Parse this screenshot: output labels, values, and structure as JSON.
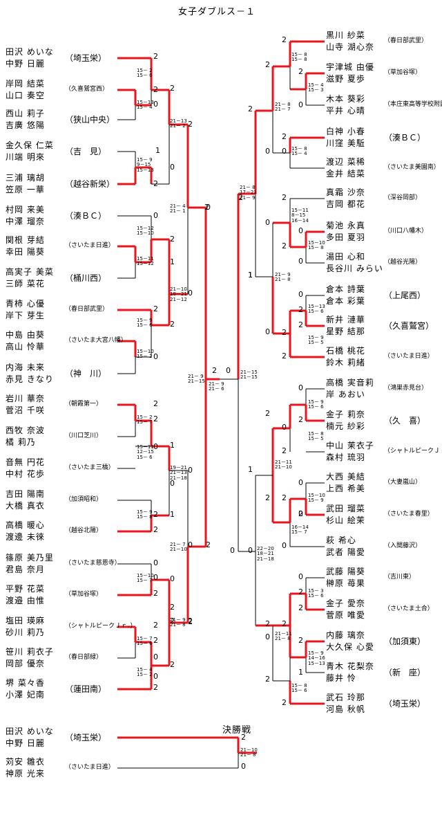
{
  "title": "女子ダブルス－１",
  "final_label": "決勝戦",
  "left": [
    {
      "p1": "田沢 めいな",
      "p2": "中野 日麗",
      "club": "（埼玉栄）",
      "small": false
    },
    {
      "p1": "岸岡 結菜",
      "p2": "山口 奏空",
      "club": "（久喜鷲宮西）",
      "small": true
    },
    {
      "p1": "西山 莉子",
      "p2": "吉廣 悠陽",
      "club": "（狭山中央）",
      "small": false
    },
    {
      "p1": "金久保 仁菜",
      "p2": "川端 明來",
      "club": "（吉　見）",
      "small": false
    },
    {
      "p1": "三浦 璃胡",
      "p2": "笠原 一華",
      "club": "（越谷新栄）",
      "small": false
    },
    {
      "p1": "村岡 来美",
      "p2": "中澤 瑠奈",
      "club": "（湊ＢＣ）",
      "small": false
    },
    {
      "p1": "関根 芽結",
      "p2": "幸田 陽葵",
      "club": "（さいたま日進）",
      "small": true
    },
    {
      "p1": "高実子 美菜",
      "p2": "三師 菜花",
      "club": "（桶川西）",
      "small": false
    },
    {
      "p1": "青柿 心優",
      "p2": "岸下 芽生",
      "club": "（春日部武里）",
      "small": true
    },
    {
      "p1": "中島 由葵",
      "p2": "高山 怜華",
      "club": "（さいたま大宮八幡）",
      "small": true
    },
    {
      "p1": "内海 未来",
      "p2": "赤見 きなり",
      "club": "（神　川）",
      "small": false
    },
    {
      "p1": "岩川 華奈",
      "p2": "菅沼 千咲",
      "club": "（朝霞第一）",
      "small": true
    },
    {
      "p1": "西牧 奈波",
      "p2": "橘 莉乃",
      "club": "（川口芝川）",
      "small": true
    },
    {
      "p1": "音無 円花",
      "p2": "中村 花歩",
      "club": "（さいたま三橋）",
      "small": true
    },
    {
      "p1": "吉田 陽南",
      "p2": "大橋 真衣",
      "club": "（加須昭和）",
      "small": true
    },
    {
      "p1": "高橋 暖心",
      "p2": "渡邊 未徠",
      "club": "（越谷北陽）",
      "small": true
    },
    {
      "p1": "篠原 美乃里",
      "p2": "君島 奈月",
      "club": "（さいたま慈恩寺）",
      "small": true
    },
    {
      "p1": "平野 花菜",
      "p2": "渡邉 由惟",
      "club": "（草加谷塚）",
      "small": true
    },
    {
      "p1": "塩田 瑛麻",
      "p2": "砂川 莉乃",
      "club": "（シャトルピークＪｒ．）",
      "small": true
    },
    {
      "p1": "笹川 莉衣子",
      "p2": "岡部 優奈",
      "club": "（春日部緑）",
      "small": true
    },
    {
      "p1": "堺 菜々香",
      "p2": "小澤 妃南",
      "club": "（蓮田南）",
      "small": false
    }
  ],
  "right": [
    {
      "p1": "黒川 紗菜",
      "p2": "山寺 湖心奈",
      "club": "（春日部武里）",
      "small": true
    },
    {
      "p1": "宇津城 由優",
      "p2": "滋野 夏歩",
      "club": "（草加谷塚）",
      "small": true
    },
    {
      "p1": "木本 葵彩",
      "p2": "平井 心晴",
      "club": "（本庄東高等学校附属）",
      "small": true
    },
    {
      "p1": "白神 小春",
      "p2": "川窪 美駈",
      "club": "（湊ＢＣ）",
      "small": false
    },
    {
      "p1": "渡辺 菜稀",
      "p2": "金井 結菜",
      "club": "（さいたま美園南）",
      "small": true
    },
    {
      "p1": "真霜 沙奈",
      "p2": "吉岡 都花",
      "club": "（深谷岡部）",
      "small": true
    },
    {
      "p1": "菊池 永真",
      "p2": "多田 夏羽",
      "club": "（川口八幡木）",
      "small": true
    },
    {
      "p1": "湯田 心和",
      "p2": "長谷川 みらい",
      "club": "（越谷光陽）",
      "small": true
    },
    {
      "p1": "倉本 詩葉",
      "p2": "倉本 彩葉",
      "club": "（上尾西）",
      "small": false
    },
    {
      "p1": "新井 漣華",
      "p2": "星野 結那",
      "club": "（久喜鷲宮）",
      "small": false
    },
    {
      "p1": "石橋 桃花",
      "p2": "鈴木 莉緒",
      "club": "（さいたま日進）",
      "small": true
    },
    {
      "p1": "高橋 実音莉",
      "p2": "岸 あおい",
      "club": "（鴻巣赤見台）",
      "small": true
    },
    {
      "p1": "金子 莉奈",
      "p2": "楠元 紗彩",
      "club": "（久　喜）",
      "small": false
    },
    {
      "p1": "中山 茉衣子",
      "p2": "森村 琉羽",
      "club": "（シャトルピークＪｒ．）",
      "small": true
    },
    {
      "p1": "大西 美結",
      "p2": "上西 希美",
      "club": "（大妻嵐山）",
      "small": true
    },
    {
      "p1": "武田 瑠菜",
      "p2": "杉山 絵茉",
      "club": "（さいたま春里）",
      "small": true
    },
    {
      "p1": "萩 希心",
      "p2": "武者 陽愛",
      "club": "（入間藤沢）",
      "small": true
    },
    {
      "p1": "武藤 陽葵",
      "p2": "榊原 苺果",
      "club": "（吉川東）",
      "small": true
    },
    {
      "p1": "金子 愛奈",
      "p2": "菅原 唯愛",
      "club": "（さいたま土合）",
      "small": true
    },
    {
      "p1": "内藤 璃奈",
      "p2": "大久保 心愛",
      "club": "（加須東）",
      "small": false
    },
    {
      "p1": "青木 花梨奈",
      "p2": "藤井 怜",
      "club": "（新　座）",
      "small": false
    },
    {
      "p1": "武石 玲那",
      "p2": "河島 秋帆",
      "club": "（埼玉栄）",
      "small": false
    }
  ],
  "final_pairs": [
    {
      "p1": "田沢 めいな",
      "p2": "中野 日麗",
      "club": "（埼玉栄）",
      "small": false
    },
    {
      "p1": "苅安 雛衣",
      "p2": "神原 光来",
      "club": "（さいたま日進）",
      "small": true
    }
  ],
  "scores": [
    {
      "id": "l01",
      "text": "2"
    },
    {
      "id": "l02",
      "text": "2"
    },
    {
      "id": "l03",
      "text": "0"
    },
    {
      "id": "l04",
      "text": "2"
    },
    {
      "id": "l05",
      "text": "1"
    },
    {
      "id": "l06",
      "text": "0"
    },
    {
      "id": "l07",
      "text": "2"
    },
    {
      "id": "l08",
      "text": "2"
    },
    {
      "id": "l09",
      "text": "0"
    },
    {
      "id": "l10",
      "text": "2"
    },
    {
      "id": "l11",
      "text": "1"
    },
    {
      "id": "l12",
      "text": "2"
    },
    {
      "id": "l13",
      "text": "0"
    },
    {
      "id": "l14",
      "text": "0"
    },
    {
      "id": "l15",
      "text": "2"
    },
    {
      "id": "l16",
      "text": "0"
    },
    {
      "id": "l17",
      "text": "2"
    },
    {
      "id": "l18",
      "text": "2"
    },
    {
      "id": "l19",
      "text": "1"
    },
    {
      "id": "l20",
      "text": "0"
    },
    {
      "id": "l21",
      "text": "2"
    },
    {
      "id": "l22",
      "text": "0"
    },
    {
      "id": "l23",
      "text": "2"
    },
    {
      "id": "l24",
      "text": "0"
    },
    {
      "id": "l25",
      "text": "2"
    },
    {
      "id": "l26",
      "text": "1"
    },
    {
      "id": "l27",
      "text": "0"
    },
    {
      "id": "l28",
      "text": "2"
    },
    {
      "id": "l29",
      "text": "2"
    },
    {
      "id": "l30",
      "text": "0"
    },
    {
      "id": "l31",
      "text": "0"
    },
    {
      "id": "l32",
      "text": "2"
    },
    {
      "id": "l33",
      "text": "0"
    },
    {
      "id": "l34",
      "text": "2"
    },
    {
      "id": "l35",
      "text": "2"
    },
    {
      "id": "l36",
      "text": "0"
    },
    {
      "id": "l37",
      "text": "2"
    },
    {
      "id": "l38",
      "text": "0"
    },
    {
      "id": "l39",
      "text": "2"
    },
    {
      "id": "l40",
      "text": "2"
    },
    {
      "id": "l41",
      "text": "2"
    },
    {
      "id": "l42",
      "text": "2"
    },
    {
      "id": "c1",
      "text": "2"
    },
    {
      "id": "c2",
      "text": "0"
    },
    {
      "id": "r01",
      "text": "2"
    },
    {
      "id": "r02",
      "text": "2"
    },
    {
      "id": "r03",
      "text": "2"
    },
    {
      "id": "r04",
      "text": "0"
    },
    {
      "id": "r05",
      "text": "2"
    },
    {
      "id": "r06",
      "text": "0"
    },
    {
      "id": "r07",
      "text": "2"
    },
    {
      "id": "r08",
      "text": "0"
    },
    {
      "id": "r09",
      "text": "2"
    },
    {
      "id": "r10",
      "text": "0"
    },
    {
      "id": "r11",
      "text": "0"
    },
    {
      "id": "r12",
      "text": "2"
    },
    {
      "id": "r13",
      "text": "0"
    },
    {
      "id": "r14",
      "text": "1"
    },
    {
      "id": "r15",
      "text": "0"
    },
    {
      "id": "r16",
      "text": "2"
    },
    {
      "id": "r17",
      "text": "2"
    },
    {
      "id": "r18",
      "text": "2"
    },
    {
      "id": "r19",
      "text": "2"
    },
    {
      "id": "r20",
      "text": "1"
    },
    {
      "id": "r21",
      "text": "0"
    },
    {
      "id": "r22",
      "text": "2"
    },
    {
      "id": "r23",
      "text": "0"
    },
    {
      "id": "r24",
      "text": "2"
    },
    {
      "id": "r25",
      "text": "0"
    },
    {
      "id": "r26",
      "text": "2"
    },
    {
      "id": "r27",
      "text": "0"
    },
    {
      "id": "r28",
      "text": "0"
    },
    {
      "id": "r29",
      "text": "2"
    },
    {
      "id": "r30",
      "text": "2"
    },
    {
      "id": "r31",
      "text": "2"
    },
    {
      "id": "r32",
      "text": "1"
    },
    {
      "id": "r33",
      "text": "0"
    },
    {
      "id": "r34",
      "text": "2"
    },
    {
      "id": "r35",
      "text": "2"
    },
    {
      "id": "r36",
      "text": "0"
    },
    {
      "id": "r37",
      "text": "1"
    },
    {
      "id": "r38",
      "text": "2"
    },
    {
      "id": "r39",
      "text": "0"
    },
    {
      "id": "r40",
      "text": "2"
    },
    {
      "id": "r41",
      "text": "2"
    },
    {
      "id": "r42",
      "text": "2"
    },
    {
      "id": "r43",
      "text": "0"
    },
    {
      "id": "r44",
      "text": "0"
    },
    {
      "id": "r45",
      "text": "2"
    },
    {
      "id": "r46",
      "text": "2"
    },
    {
      "id": "f1",
      "text": "2"
    },
    {
      "id": "f2",
      "text": "0"
    }
  ],
  "set_scores": [
    {
      "id": "a01",
      "lines": [
        "15－ 2",
        "15－ 0"
      ]
    },
    {
      "id": "a02",
      "lines": [
        "15－13",
        "15－ 4"
      ]
    },
    {
      "id": "a03",
      "lines": [
        "21－13",
        "21－ 2"
      ]
    },
    {
      "id": "a04",
      "lines": [
        "15－ 9",
        "9－15",
        "15－13"
      ]
    },
    {
      "id": "a05",
      "lines": [
        "21－ 4",
        "21－ 1"
      ]
    },
    {
      "id": "a06",
      "lines": [
        "15－12",
        "15－10"
      ]
    },
    {
      "id": "a07",
      "lines": [
        "15－11",
        "15－12"
      ]
    },
    {
      "id": "a08",
      "lines": [
        "21－10",
        "18－21",
        "21－12"
      ]
    },
    {
      "id": "a09",
      "lines": [
        "15－ 9",
        "15－ 6"
      ]
    },
    {
      "id": "a10",
      "lines": [
        "15－10",
        "15－ 2"
      ]
    },
    {
      "id": "a11",
      "lines": [
        "21－ 9",
        "21－15"
      ]
    },
    {
      "id": "a12",
      "lines": [
        "15－ 2",
        "15－ 7"
      ]
    },
    {
      "id": "a13",
      "lines": [
        "15－11",
        "12－15",
        "15－ 6"
      ]
    },
    {
      "id": "a14",
      "lines": [
        "19－21",
        "21－13",
        "21－18"
      ]
    },
    {
      "id": "a15",
      "lines": [
        "15－ 9",
        "15－ 8"
      ]
    },
    {
      "id": "a16",
      "lines": [
        "21－ 7",
        "21－10"
      ]
    },
    {
      "id": "a17",
      "lines": [
        "15－10",
        "15－ 7"
      ]
    },
    {
      "id": "a18",
      "lines": [
        "21－ 9",
        "21－ 8"
      ]
    },
    {
      "id": "a19",
      "lines": [
        "15－ 7",
        "15－ 6"
      ]
    },
    {
      "id": "a20",
      "lines": [
        "15－ 4",
        "15－ 2"
      ]
    },
    {
      "id": "m1",
      "lines": [
        "21－ 9",
        "21－ 6"
      ]
    },
    {
      "id": "m2",
      "lines": [
        "21－15",
        "21－15"
      ]
    },
    {
      "id": "b01",
      "lines": [
        "15－ 8",
        "15－ 8"
      ]
    },
    {
      "id": "b02",
      "lines": [
        "15－ 4",
        "15－ 3"
      ]
    },
    {
      "id": "b03",
      "lines": [
        "21－ 8",
        "21－ 7"
      ]
    },
    {
      "id": "b04",
      "lines": [
        "15－ 8",
        "15－ 4"
      ]
    },
    {
      "id": "b05",
      "lines": [
        "21－ 8",
        "17－21",
        "21－ 9"
      ]
    },
    {
      "id": "b06",
      "lines": [
        "15－11",
        "8－15",
        "16－14"
      ]
    },
    {
      "id": "b07",
      "lines": [
        "15－10",
        "15－ 8"
      ]
    },
    {
      "id": "b08",
      "lines": [
        "21－ 9",
        "21－ 8"
      ]
    },
    {
      "id": "b09",
      "lines": [
        "15－13",
        "15－ 6"
      ]
    },
    {
      "id": "b10",
      "lines": [
        "15－ 9",
        "15－ 5"
      ]
    },
    {
      "id": "b11",
      "lines": [
        "15－ 9",
        "15－ 6"
      ]
    },
    {
      "id": "b12",
      "lines": [
        "15－ 8",
        "15－ 5"
      ]
    },
    {
      "id": "b13",
      "lines": [
        "21－11",
        "21－10"
      ]
    },
    {
      "id": "b14",
      "lines": [
        "15－10",
        "15－ 9"
      ]
    },
    {
      "id": "b15",
      "lines": [
        "16－14",
        "15－ 7"
      ]
    },
    {
      "id": "b16",
      "lines": [
        "22－20",
        "18－21",
        "21－18"
      ]
    },
    {
      "id": "b17",
      "lines": [
        "15－ 3",
        "15－ 6"
      ]
    },
    {
      "id": "b18",
      "lines": [
        "21－11",
        "21－ 8"
      ]
    },
    {
      "id": "b19",
      "lines": [
        "15－ 9",
        "14－16",
        "15－13"
      ]
    },
    {
      "id": "b20",
      "lines": [
        "15－ 8",
        "15－ 6"
      ]
    },
    {
      "id": "fs",
      "lines": [
        "21－10",
        "21－ 8"
      ]
    }
  ]
}
